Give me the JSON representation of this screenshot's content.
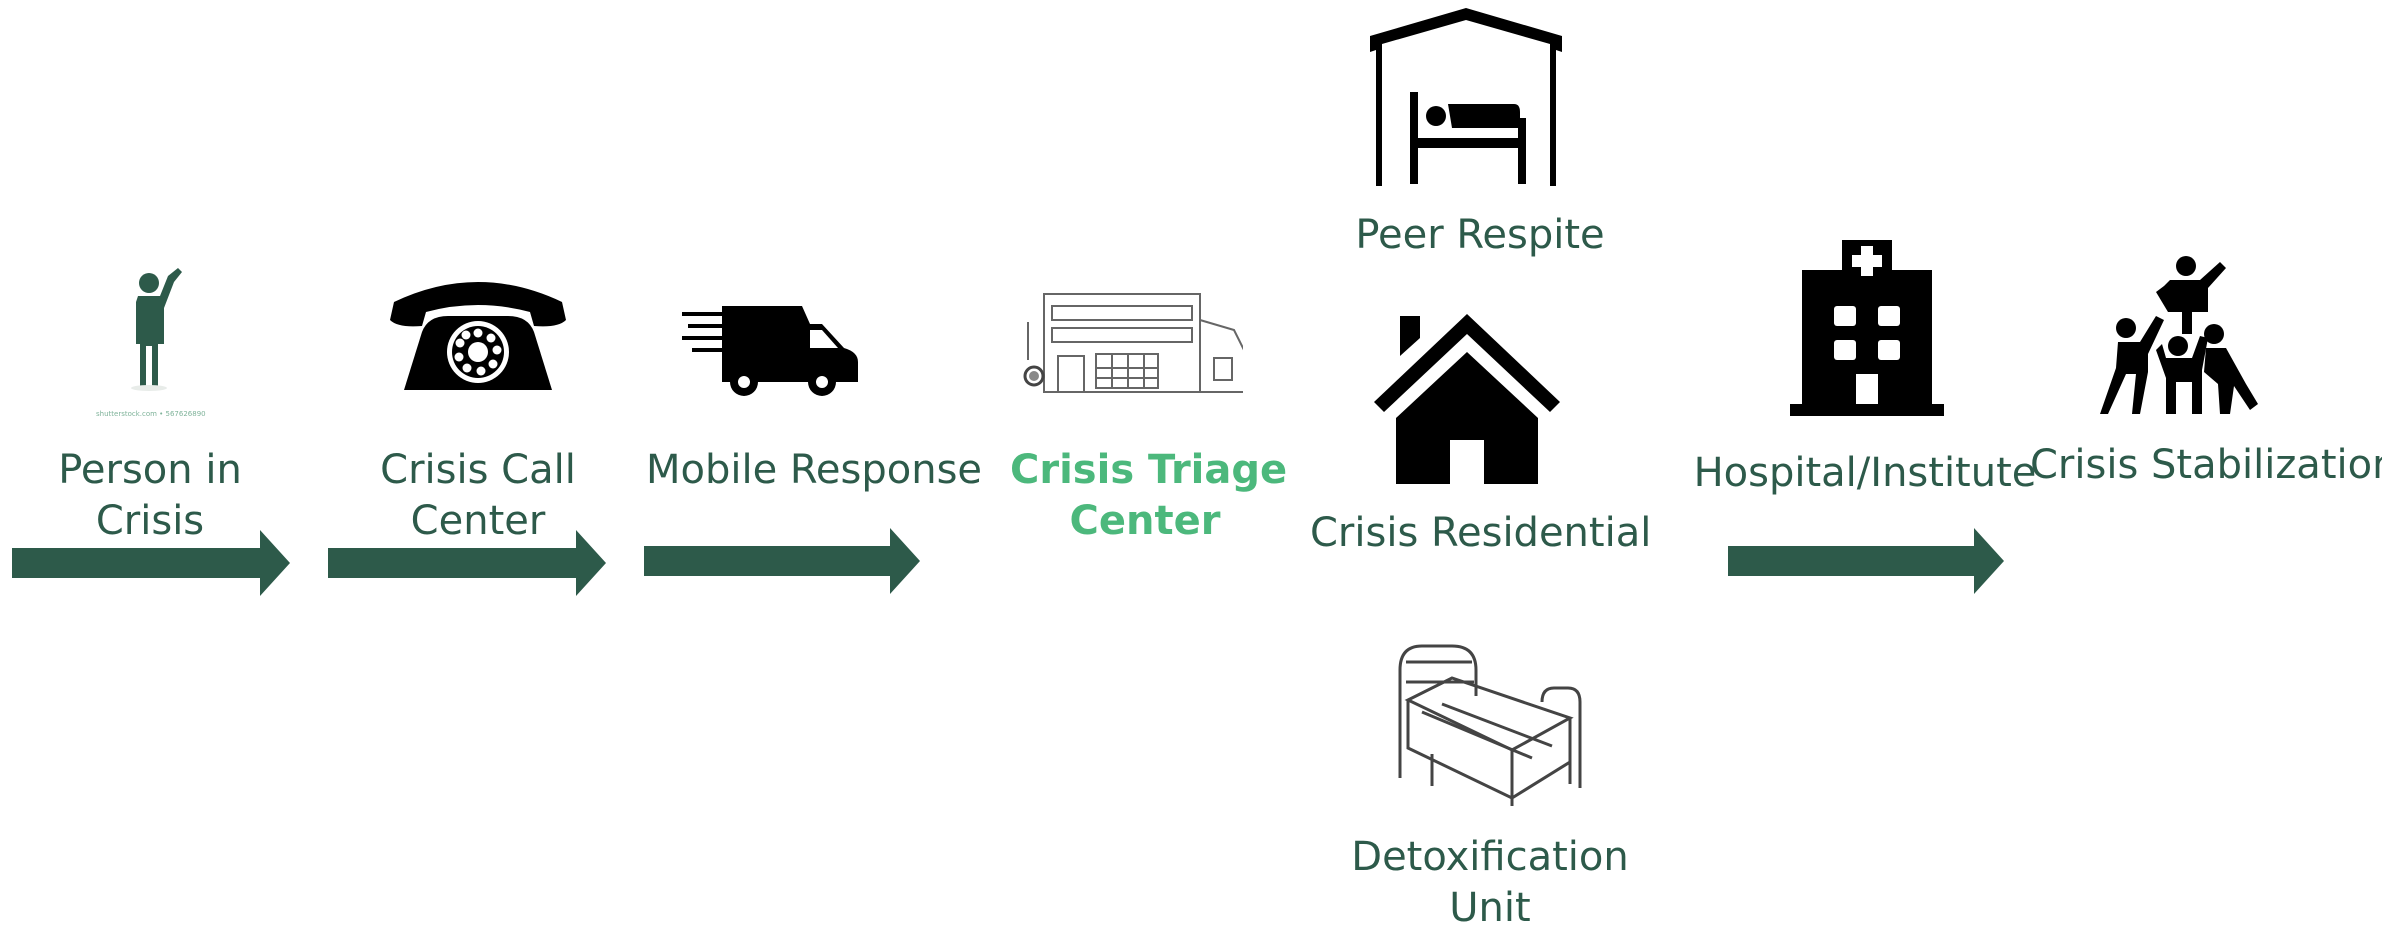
{
  "stages": {
    "person_in_crisis": {
      "label_line1": "Person in",
      "label_line2": "Crisis",
      "watermark": "shutterstock.com • 567626890",
      "icon": "person-waving-icon"
    },
    "crisis_call_center": {
      "label_line1": "Crisis Call",
      "label_line2": "Center",
      "icon": "rotary-telephone-icon"
    },
    "mobile_response": {
      "label": "Mobile Response",
      "icon": "speeding-van-icon"
    },
    "crisis_triage_center": {
      "label_line1": "Crisis Triage",
      "label_line2": "Center",
      "icon": "building-sketch-icon"
    },
    "peer_respite": {
      "label": "Peer Respite",
      "icon": "bed-in-shelter-icon"
    },
    "crisis_residential": {
      "label": "Crisis Residential",
      "icon": "house-icon"
    },
    "detoxification_unit": {
      "label_line1": "Detoxification",
      "label_line2": "Unit",
      "icon": "hospital-bed-icon"
    },
    "hospital_institute": {
      "label": "Hospital/Institute",
      "icon": "hospital-building-icon"
    },
    "crisis_stabilization": {
      "label": "Crisis Stabilization",
      "icon": "people-lifting-icon"
    }
  },
  "colors": {
    "arrow": "#2d5a4a",
    "text": "#2d5a4a",
    "highlight": "#4cb87c",
    "icon": "#000000"
  }
}
